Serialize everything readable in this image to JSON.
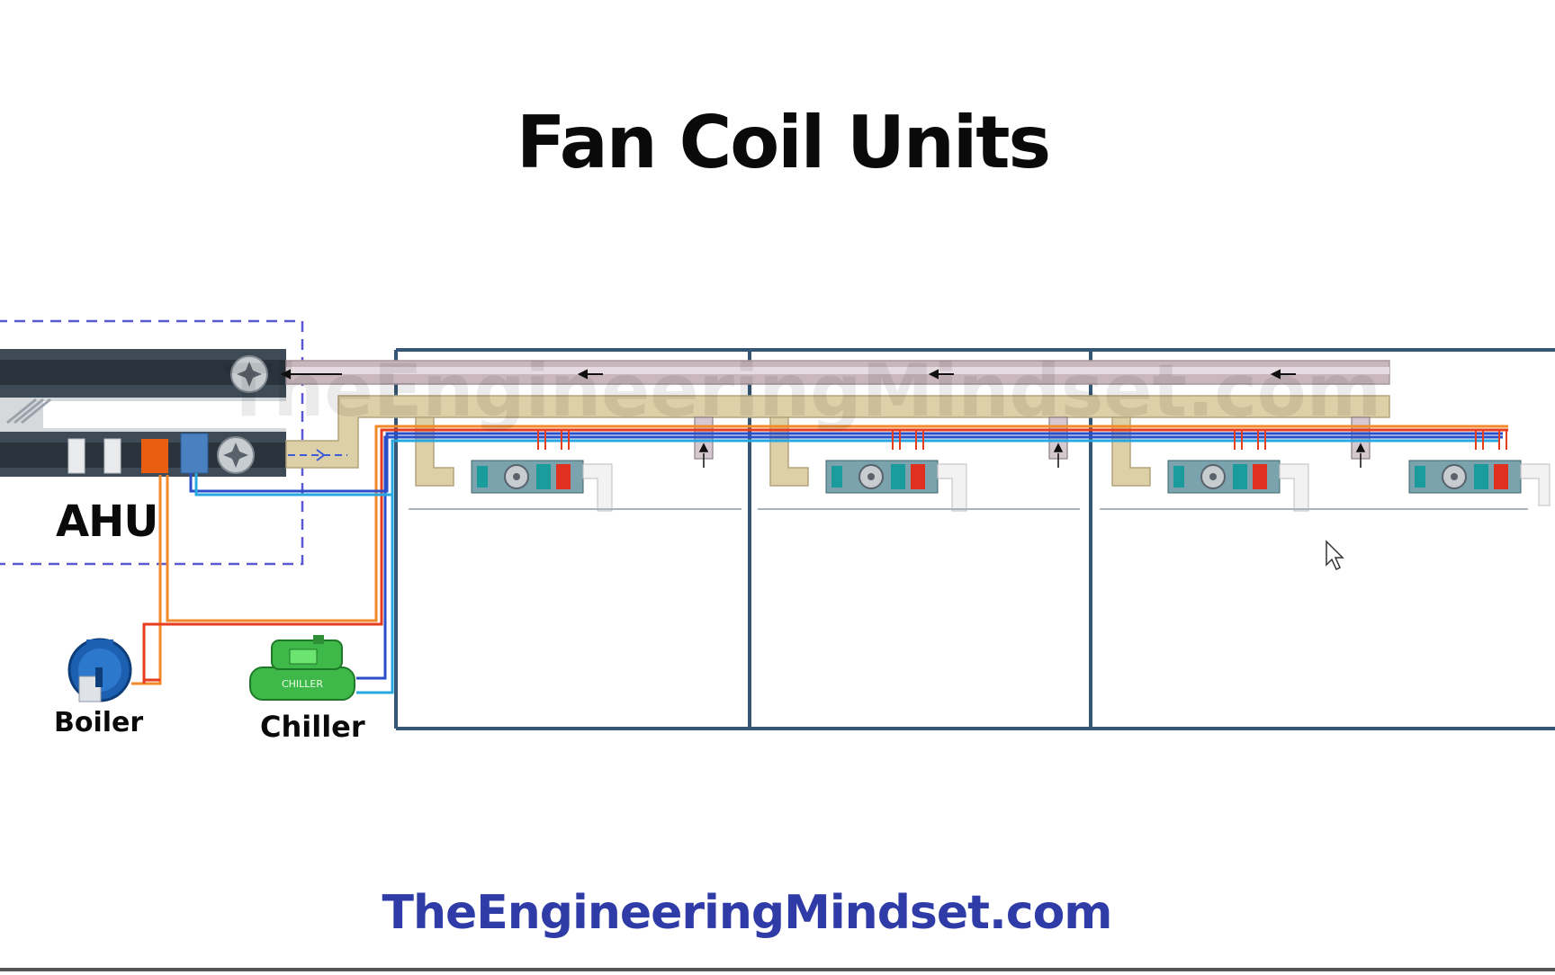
{
  "title": "Fan Coil Units",
  "labels": {
    "ahu": "AHU",
    "boiler": "Boiler",
    "chiller": "Chiller",
    "chiller_unit_text": "CHILLER"
  },
  "footer": {
    "website": "TheEngineeringMindset.com"
  },
  "watermark": "TheEngineeringMindset.com",
  "colors": {
    "frame": "#355675",
    "supply_duct": "#ddd0a8",
    "return_duct": "#c9b7bd",
    "hot_water_flow": "#e53d1d",
    "hot_water_return": "#f08a2a",
    "chilled_water_flow": "#2b4fc8",
    "chilled_water_return": "#29a8e0",
    "ahu_boundary": "#5a5ad0",
    "boiler": "#1d5fb0",
    "chiller": "#3fb84a",
    "website_text": "#2f3ba6"
  },
  "icons": [
    "fan-icon",
    "heating-coil-icon",
    "cooling-coil-icon",
    "boiler-icon",
    "chiller-icon",
    "airflow-arrow-icon",
    "mouse-cursor-icon"
  ]
}
